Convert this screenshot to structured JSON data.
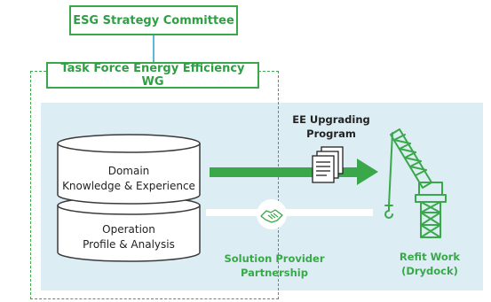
{
  "title_box": {
    "label": "ESG Strategy Committee"
  },
  "taskforce_box": {
    "label": "Task Force Energy Efficiency WG"
  },
  "cylinder_top": {
    "line1": "Domain",
    "line2": "Knowledge & Experience"
  },
  "cylinder_bottom": {
    "line1": "Operation",
    "line2": "Profile & Analysis"
  },
  "program": {
    "line1": "EE Upgrading",
    "line2": "Program"
  },
  "partnership": {
    "line1": "Solution Provider",
    "line2": "Partnership"
  },
  "refit": {
    "line1": "Refit Work",
    "line2": "(Drydock)"
  },
  "colors": {
    "green": "#3aa84a",
    "blue_panel": "#dcedf4",
    "connector": "#5fb6d6"
  },
  "icons": [
    "documents-icon",
    "handshake-icon",
    "crane-icon"
  ]
}
